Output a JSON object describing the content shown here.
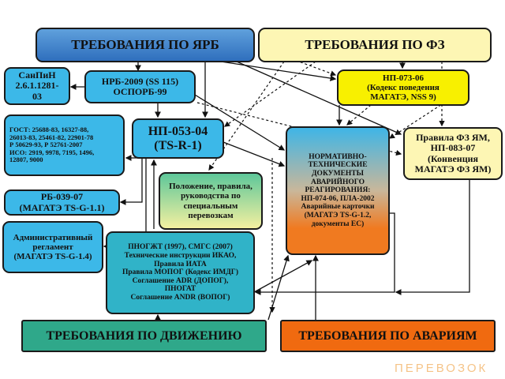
{
  "headers": {
    "yarb": "ТРЕБОВАНИЯ ПО ЯРБ",
    "fz": "ТРЕБОВАНИЯ ПО ФЗ",
    "movement": "ТРЕБОВАНИЯ ПО ДВИЖЕНИЮ",
    "accidents": "ТРЕБОВАНИЯ ПО АВАРИЯМ"
  },
  "boxes": {
    "sanpin": "СанПиН\n2.6.1.1281-\n03",
    "nrb": "НРБ-2009 (SS 115)\nОСПОРБ-99",
    "np073": "НП-073-06\n(Кодекс поведения\nМАГАТЭ, NSS 9)",
    "gost": "ГОСТ: 25688-83, 16327-88,\n26013-83, 25461-82, 22901-78\nР 50629-93, Р 52761-2007\nИСО: 2919, 9978, 7195, 1496,\n12807, 9000",
    "np053": "НП-053-04\n(TS-R-1)",
    "normative": "НОРМАТИВНО-\nТЕХНИЧЕСКИЕ\nДОКУМЕНТЫ\nАВАРИЙНОГО\nРЕАГИРОВАНИЯ:\nНП-074-06, ПЛА-2002\nАварийные карточки\n(МАГАТЭ TS-G-1.2,\nдокументы ЕС)",
    "fzym": "Правила ФЗ ЯМ,\nНП-083-07\n(Конвенция\nМАГАТЭ ФЗ ЯМ)",
    "polozhenie": "Положение, правила,\nруководства по\nспециальным\nперевозкам",
    "rb039": "РБ-039-07\n(МАГАТЭ TS-G-1.1)",
    "admin": "Административный\nрегламент\n(МАГАТЭ TS-G-1.4)",
    "pnogzht": "ПНОГЖТ (1997), СМГС (2007)\nТехнические инструкции ИКАО,\nПравила ИАТА\nПравила МОПОГ (Кодекс ИМДГ)\nСоглашение ADR (ДОПОГ),\nПНОГАТ\nСоглашение ANDR (ВОПОГ)"
  },
  "watermark": "ПЕРЕВОЗОК"
}
